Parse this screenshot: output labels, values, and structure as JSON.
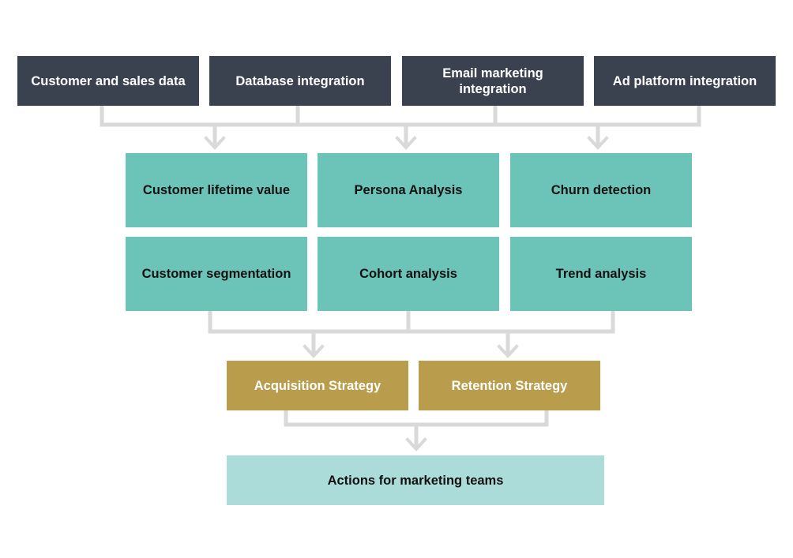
{
  "colors": {
    "source_box": "#3a4250",
    "analysis_box": "#6cc3b8",
    "strategy_box": "#b99d4c",
    "action_box": "#abdcda",
    "connector": "#d9d9d9"
  },
  "sources": [
    "Customer and sales data",
    "Database integration",
    "Email marketing integration",
    "Ad platform integration"
  ],
  "analyses": [
    "Customer lifetime value",
    "Persona Analysis",
    "Churn detection",
    "Customer segmentation",
    "Cohort analysis",
    "Trend analysis"
  ],
  "strategies": [
    "Acquisition Strategy",
    "Retention Strategy"
  ],
  "action": "Actions for marketing teams"
}
